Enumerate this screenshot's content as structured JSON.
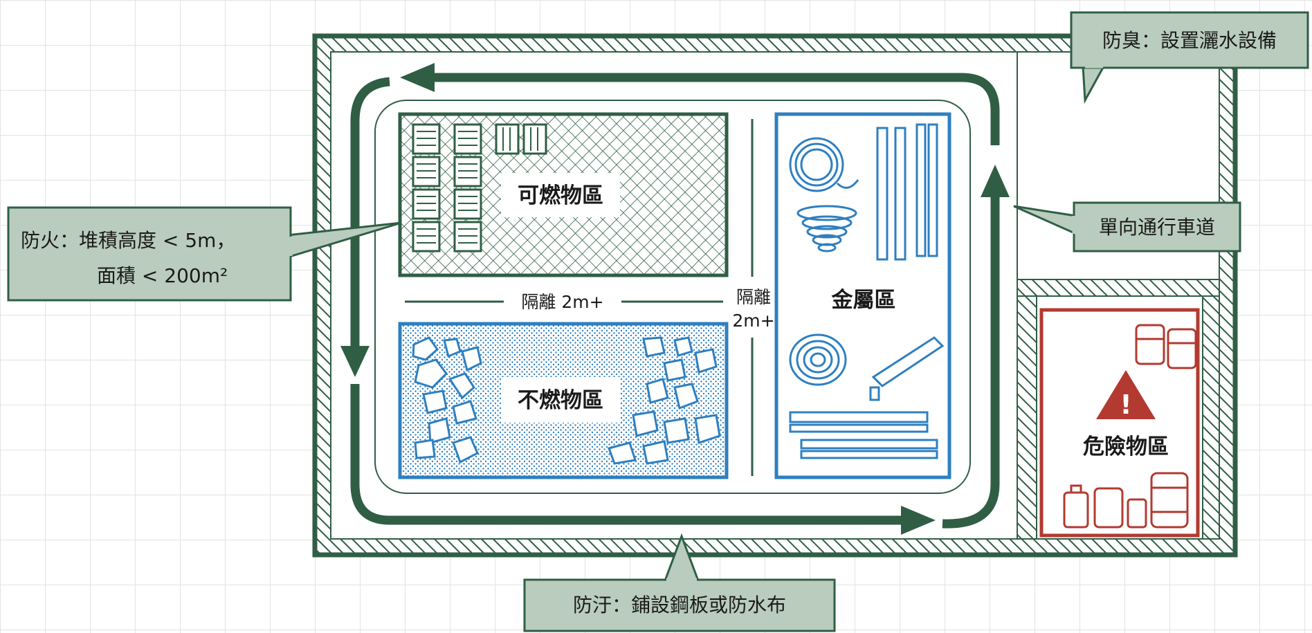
{
  "callouts": {
    "odor": "防臭：設置灑水設備",
    "fire_line1": "防火：堆積高度 < 5m，",
    "fire_line2": "面積 < 200m²",
    "one_way": "單向通行車道",
    "pollution": "防汙：鋪設鋼板或防水布"
  },
  "zones": {
    "combustible": "可燃物區",
    "noncombustible": "不燃物區",
    "metal": "金屬區",
    "hazardous": "危險物區"
  },
  "separation": {
    "horizontal": "隔離 2m+",
    "vertical_line1": "隔離",
    "vertical_line2": "2m+"
  },
  "colors": {
    "green": "#2f5e45",
    "callout_fill": "#b9ccbd",
    "blue": "#2e7fc0",
    "red": "#b23a30"
  }
}
